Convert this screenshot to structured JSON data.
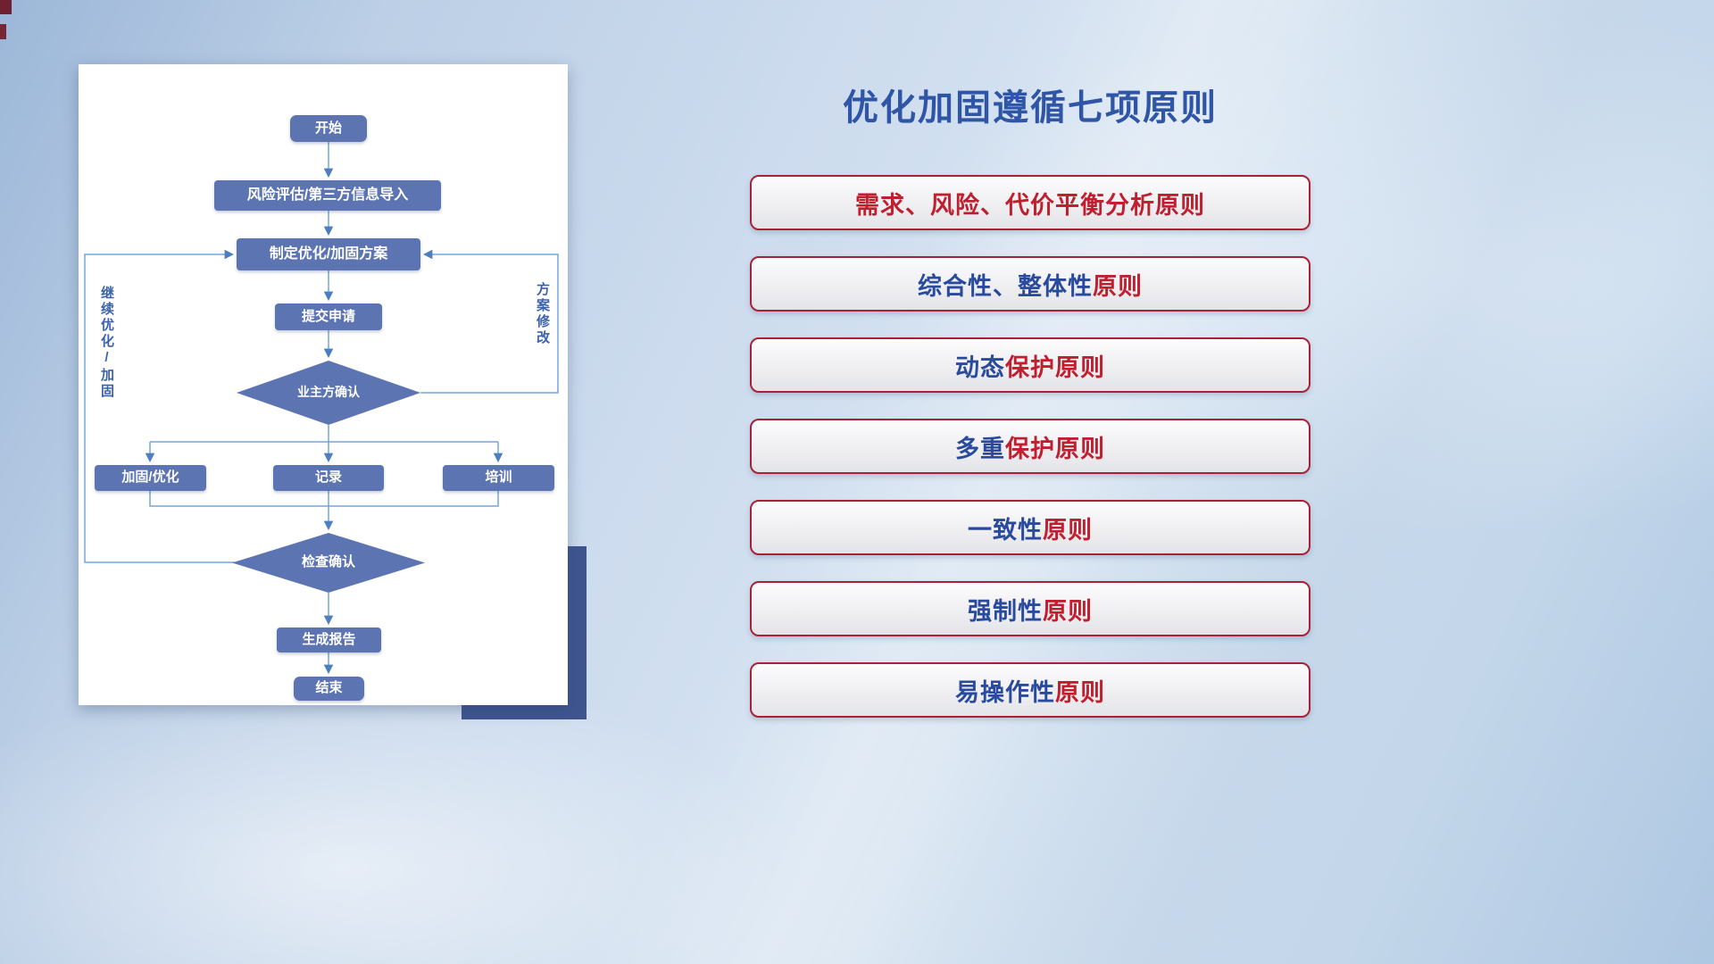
{
  "colors": {
    "title": "#2f55a7",
    "flow_node": "#5c74b2",
    "flow_line": "#72a7db",
    "flow_arrow": "#4d7ec0",
    "flow_label": "#3b62ae",
    "principle_border": "#a92037",
    "principle_red": "#c01f2f",
    "principle_blue": "#2a4a9e",
    "accent_rect": "#3e5590",
    "bg_start": "#9cb7d8",
    "bg_mid": "#d8e5f2",
    "bg_end": "#aec7e2"
  },
  "flowchart": {
    "nodes": {
      "start": "开始",
      "risk": "风险评估/第三方信息导入",
      "plan": "制定优化/加固方案",
      "submit": "提交申请",
      "owner_confirm": "业主方确认",
      "harden": "加固/优化",
      "record": "记录",
      "training": "培训",
      "check_confirm": "检查确认",
      "report": "生成报告",
      "end": "结束"
    },
    "labels": {
      "left_loop": "继续优化/加固",
      "right_loop": "方案修改"
    }
  },
  "panel": {
    "title": "优化加固遵循七项原则",
    "principles": [
      {
        "segments": [
          {
            "text": "需求、风险、代价平衡分析原则",
            "color": "#c01f2f"
          }
        ]
      },
      {
        "segments": [
          {
            "text": "综合性、整体性",
            "color": "#2a4a9e"
          },
          {
            "text": "原则",
            "color": "#c01f2f"
          }
        ]
      },
      {
        "segments": [
          {
            "text": "动态",
            "color": "#2a4a9e"
          },
          {
            "text": "保护原则",
            "color": "#c01f2f"
          }
        ]
      },
      {
        "segments": [
          {
            "text": "多重",
            "color": "#2a4a9e"
          },
          {
            "text": "保护原则",
            "color": "#c01f2f"
          }
        ]
      },
      {
        "segments": [
          {
            "text": "一致性",
            "color": "#2a4a9e"
          },
          {
            "text": "原则",
            "color": "#c01f2f"
          }
        ]
      },
      {
        "segments": [
          {
            "text": "强制性",
            "color": "#2a4a9e"
          },
          {
            "text": "原则",
            "color": "#c01f2f"
          }
        ]
      },
      {
        "segments": [
          {
            "text": "易操作性",
            "color": "#2a4a9e"
          },
          {
            "text": "原则",
            "color": "#c01f2f"
          }
        ]
      }
    ]
  }
}
